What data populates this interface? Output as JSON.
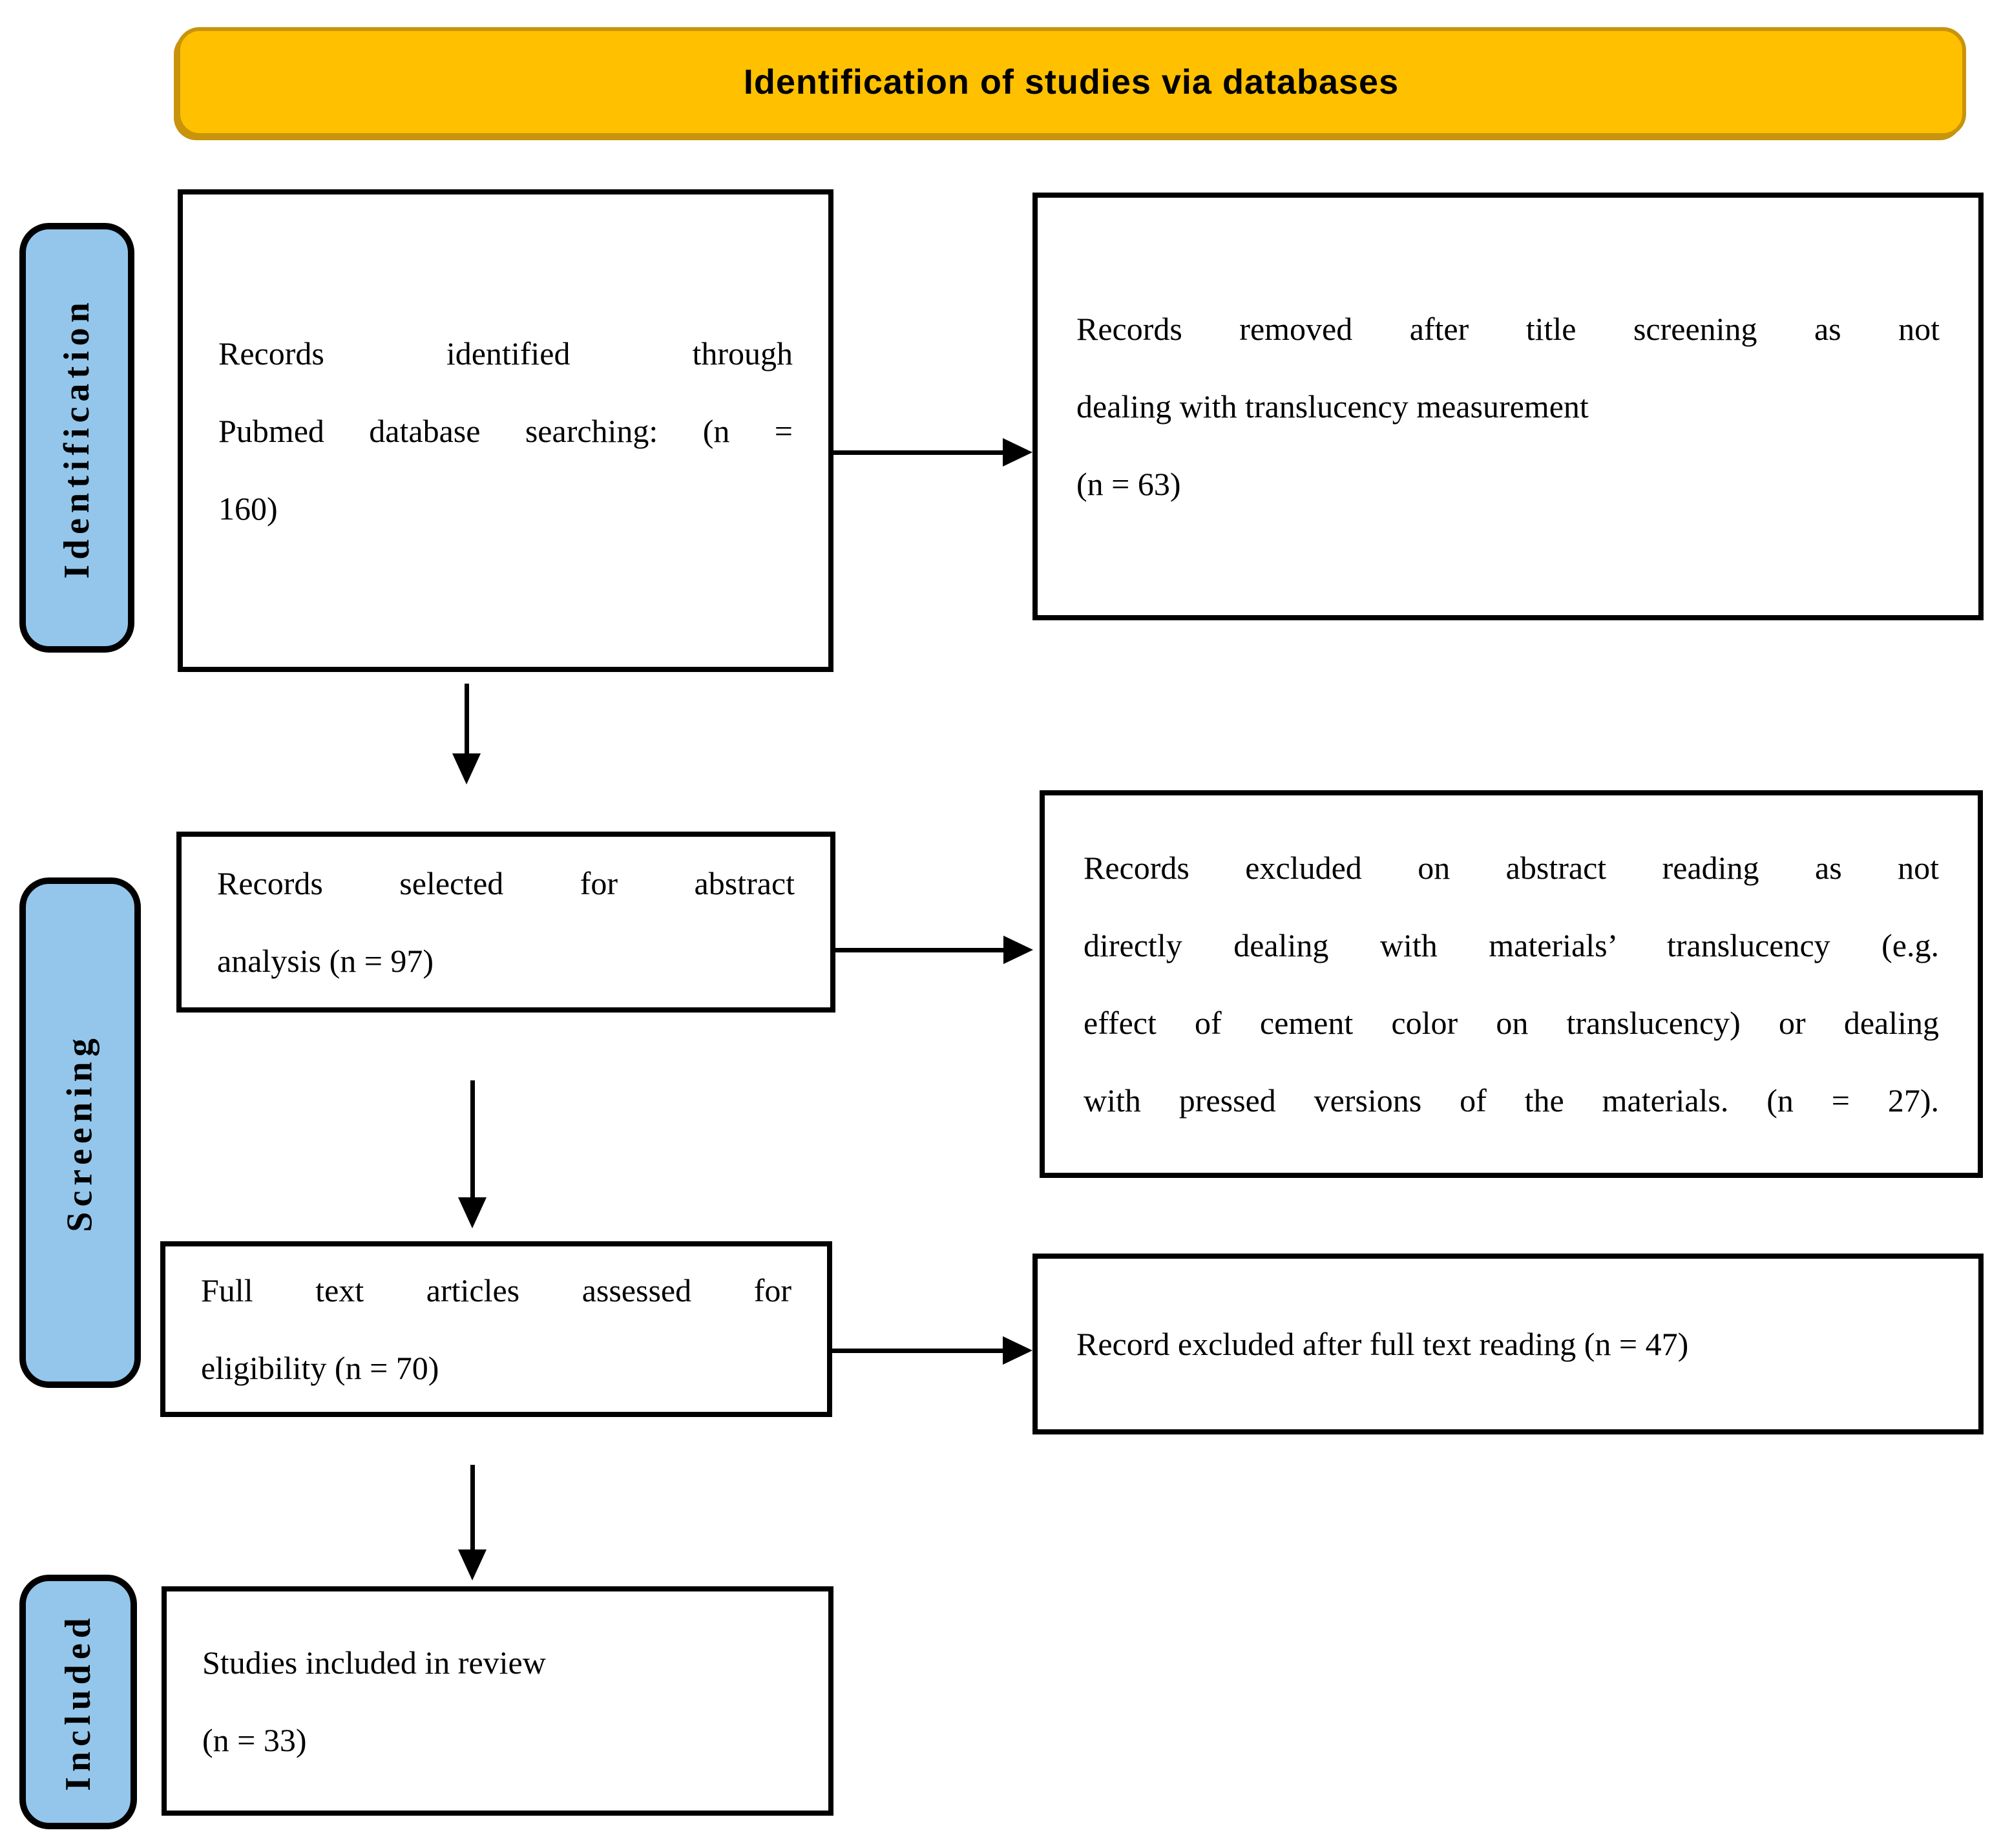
{
  "banner": {
    "title": "Identification of studies via databases"
  },
  "stages": {
    "identification": "Identification",
    "screening": "Screening",
    "included": "Included"
  },
  "flow": {
    "records_identified": {
      "lines": [
        "Records identified through",
        "Pubmed database searching: (n =",
        "160)"
      ]
    },
    "records_removed_title": {
      "lines": [
        "Records removed after title screening as not",
        "dealing with translucency measurement",
        "(n = 63)"
      ]
    },
    "records_selected_abstract": {
      "lines": [
        "Records selected for abstract",
        "analysis (n = 97)"
      ]
    },
    "records_excluded_abstract": {
      "lines": [
        "Records excluded on abstract reading as not",
        "directly dealing with materials’ translucency (e.g.",
        "effect of cement color on translucency) or dealing",
        "with pressed versions of the materials. (n = 27)."
      ]
    },
    "fulltext_assessed": {
      "lines": [
        "Full text articles assessed for",
        "eligibility (n = 70)"
      ]
    },
    "record_excluded_fulltext": {
      "lines": [
        "Record excluded after full text reading (n = 47)"
      ]
    },
    "studies_included": {
      "lines": [
        "Studies included in review",
        "(n = 33)"
      ]
    }
  },
  "colors": {
    "banner_fill": "#FFC000",
    "banner_border": "#C8940B",
    "stage_fill": "#93C6EA",
    "box_border": "#000000"
  }
}
